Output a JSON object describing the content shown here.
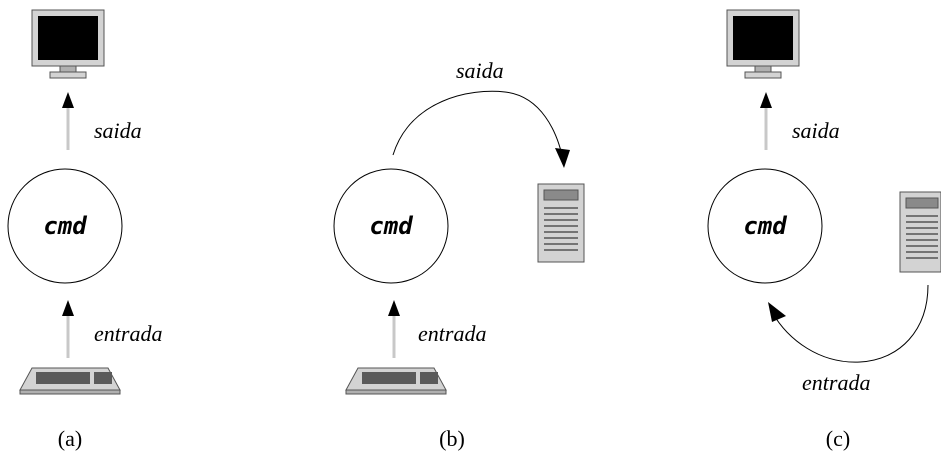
{
  "colors": {
    "arrow": "#000000",
    "arrow_shaft": "#c8c8c8",
    "device_gray": "#d3d3d3",
    "device_dark": "#5a5a5a",
    "screen": "#000000"
  },
  "panels": {
    "a": {
      "node": "cmd",
      "output_label": "saida",
      "input_label": "entrada",
      "caption": "(a)",
      "output_device": "monitor-icon",
      "input_device": "keyboard-icon"
    },
    "b": {
      "node": "cmd",
      "output_label": "saida",
      "input_label": "entrada",
      "caption": "(b)",
      "output_device": "file-icon",
      "input_device": "keyboard-icon"
    },
    "c": {
      "node": "cmd",
      "output_label": "saida",
      "input_label": "entrada",
      "caption": "(c)",
      "output_device": "monitor-icon",
      "input_device": "file-icon"
    }
  }
}
